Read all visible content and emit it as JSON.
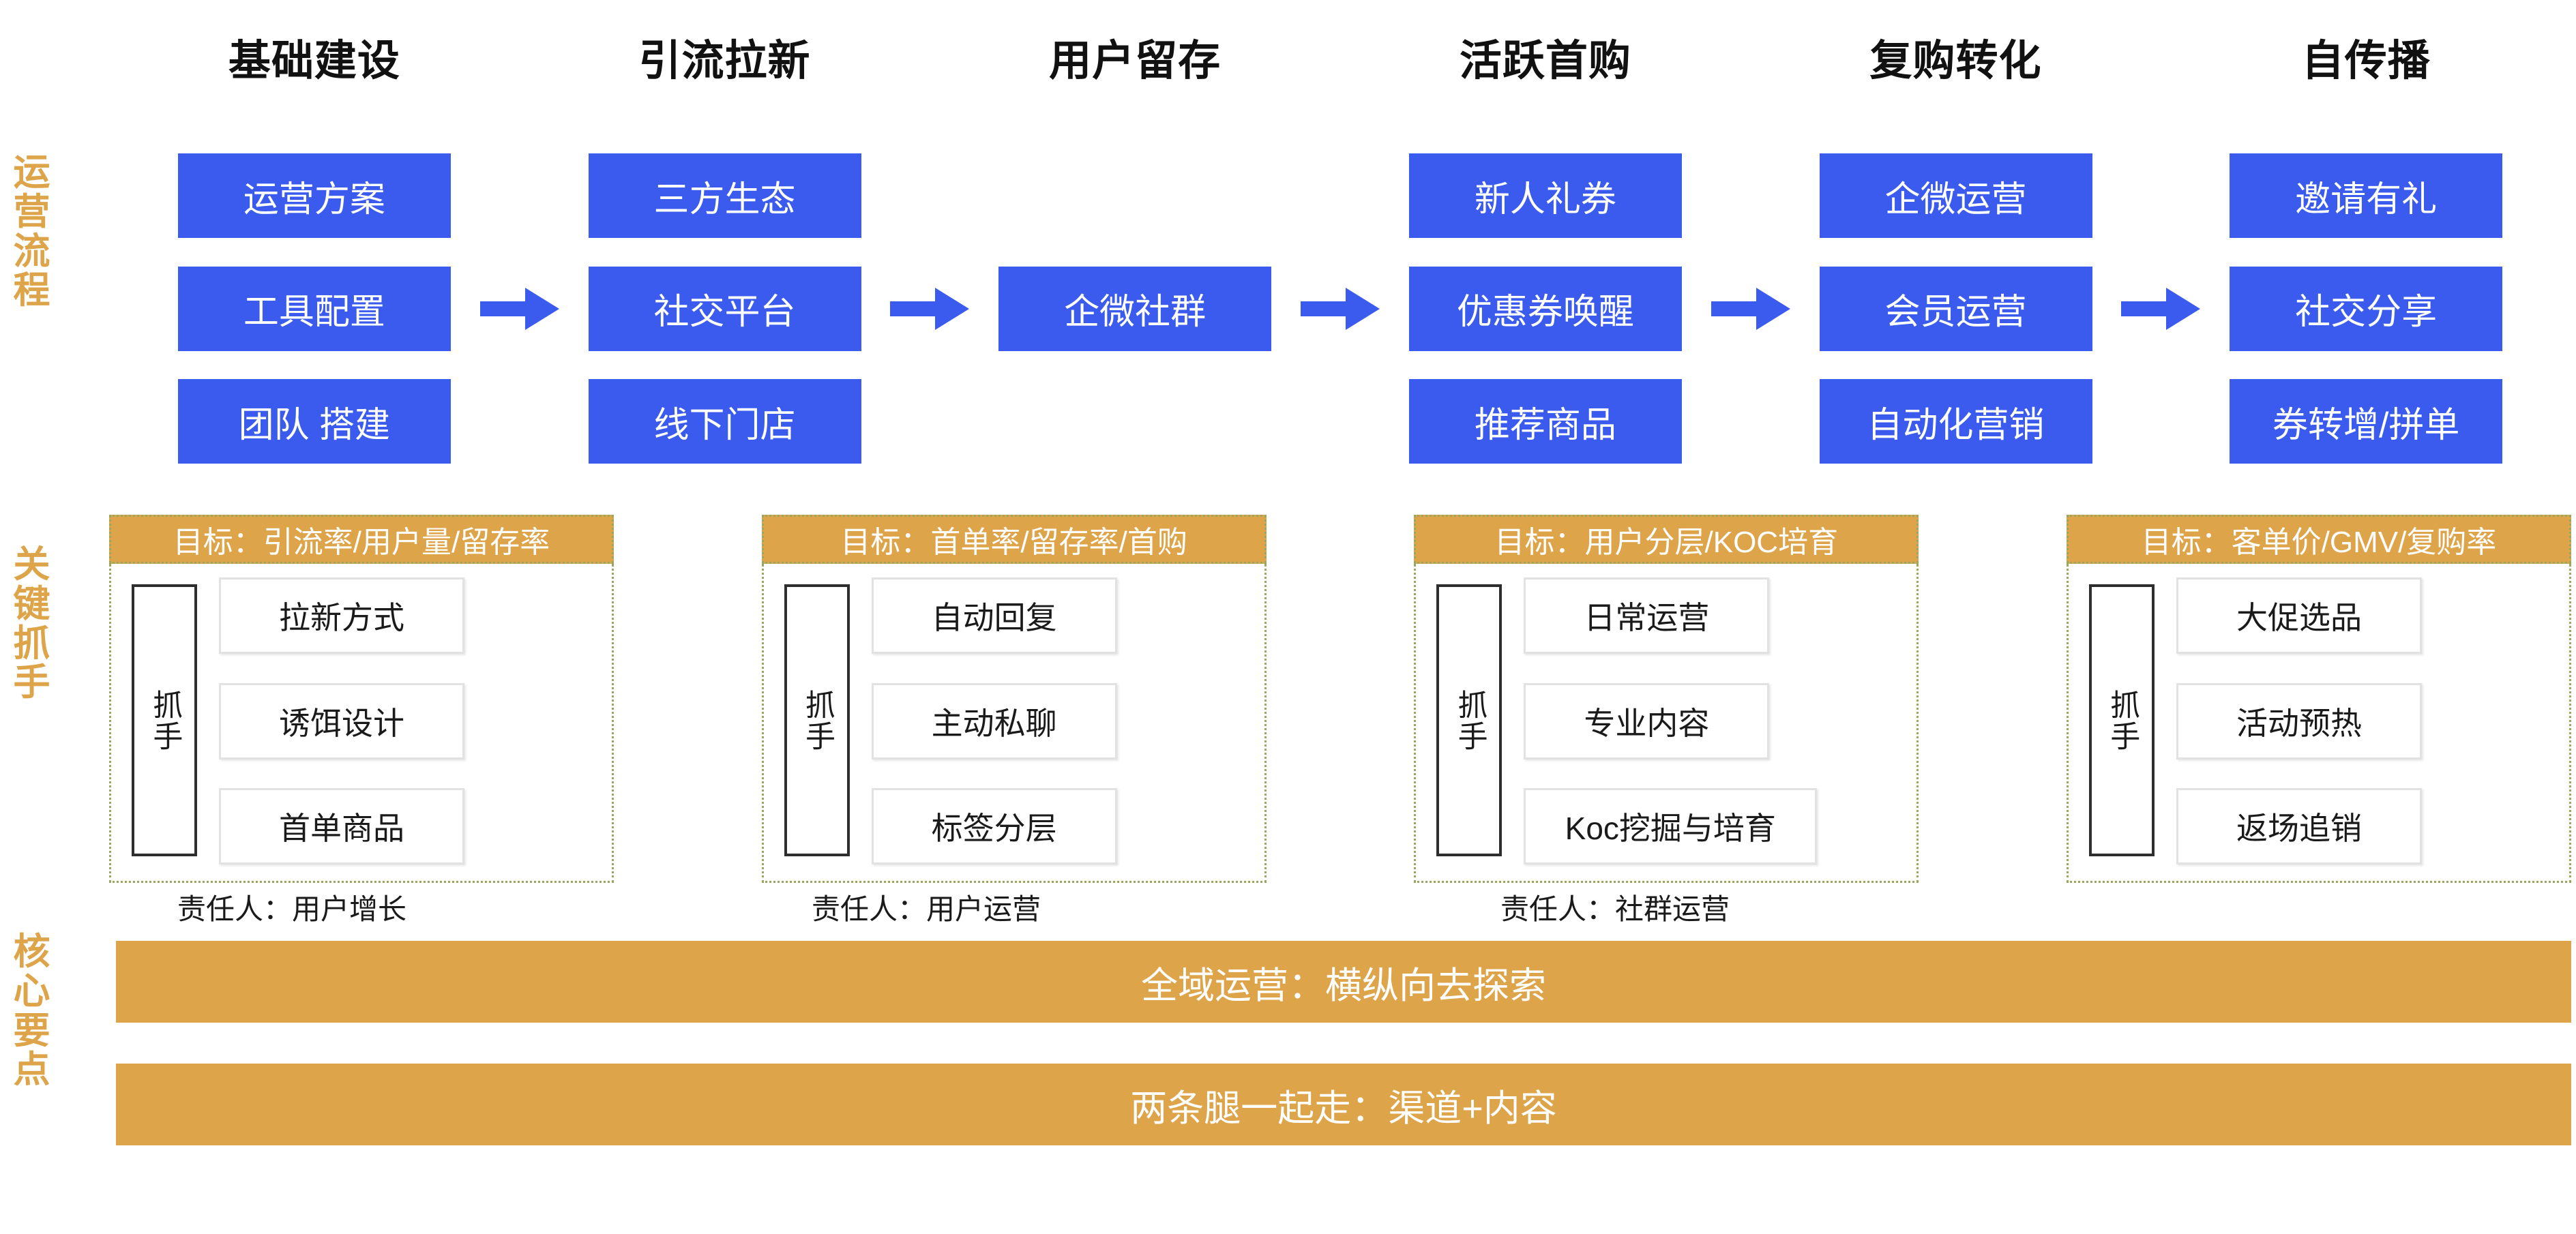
{
  "columns": [
    {
      "title": "基础建设"
    },
    {
      "title": "引流拉新"
    },
    {
      "title": "用户留存"
    },
    {
      "title": "活跃首购"
    },
    {
      "title": "复购转化"
    },
    {
      "title": "自传播"
    }
  ],
  "bands": [
    {
      "label": "运营流程"
    },
    {
      "label": "关键抓手"
    },
    {
      "label": "核心要点"
    }
  ],
  "flow": {
    "arrow_icon": "arrow-right-icon",
    "columns": [
      {
        "boxes": [
          "运营方案",
          "工具配置",
          "团队 搭建"
        ],
        "arrow_after": true
      },
      {
        "boxes": [
          "三方生态",
          "社交平台",
          "线下门店"
        ],
        "arrow_after": true
      },
      {
        "boxes": [
          "",
          "企微社群",
          ""
        ],
        "arrow_after": true
      },
      {
        "boxes": [
          "新人礼券",
          "优惠券唤醒",
          "推荐商品"
        ],
        "arrow_after": true
      },
      {
        "boxes": [
          "企微运营",
          "会员运营",
          "自动化营销"
        ],
        "arrow_after": true
      },
      {
        "boxes": [
          "邀请有礼",
          "社交分享",
          "券转增/拼单"
        ],
        "arrow_after": false
      }
    ]
  },
  "levers": {
    "handle_label": "抓手",
    "groups": [
      {
        "goal": "目标：引流率/用户量/留存率",
        "items": [
          "拉新方式",
          "诱饵设计",
          "首单商品"
        ],
        "wide_index": -1
      },
      {
        "goal": "目标：首单率/留存率/首购",
        "items": [
          "自动回复",
          "主动私聊",
          "标签分层"
        ],
        "wide_index": -1
      },
      {
        "goal": "目标：用户分层/KOC培育",
        "items": [
          "日常运营",
          "专业内容",
          "Koc挖掘与培育"
        ],
        "wide_index": 2
      },
      {
        "goal": "目标：客单价/GMV/复购率",
        "items": [
          "大促选品",
          "活动预热",
          "返场追销"
        ],
        "wide_index": -1
      }
    ]
  },
  "owners": [
    "责任人：用户增长",
    "责任人：用户运营",
    "责任人：社群运营"
  ],
  "core_points": [
    "全域运营：横纵向去探索",
    "两条腿一起走：渠道+内容"
  ],
  "colors": {
    "blue": "#3a5bed",
    "gold": "#dda44a",
    "dotted_border": "#9aa85f",
    "item_border": "#e2e2e2",
    "handle_border": "#2e2e2e",
    "text_dark": "#111111",
    "text_white": "#ffffff"
  }
}
